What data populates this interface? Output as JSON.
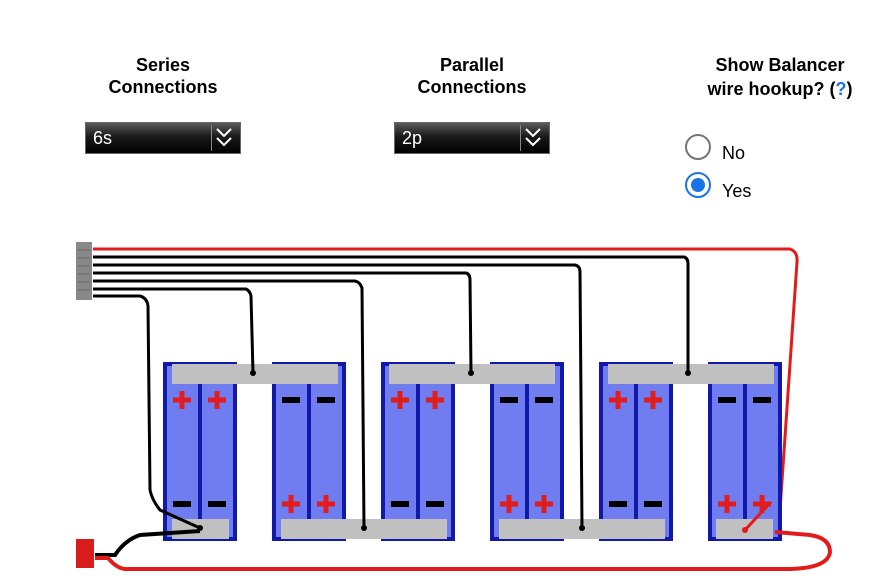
{
  "series": {
    "heading_line1": "Series",
    "heading_line2": "Connections",
    "value": "6s"
  },
  "parallel": {
    "heading_line1": "Parallel",
    "heading_line2": "Connections",
    "value": "2p"
  },
  "balancer": {
    "heading_line1": "Show Balancer",
    "heading_line2_prefix": "wire hookup? (",
    "help_link": "?",
    "heading_line2_suffix": ")",
    "options": [
      {
        "label": "No",
        "checked": false
      },
      {
        "label": "Yes",
        "checked": true
      }
    ]
  },
  "diagram": {
    "cell_groups": 6,
    "cells_per_group": 2,
    "colors": {
      "cell_fill": "#6f7df0",
      "cell_border": "#1218a8",
      "plus": "#e21b1b",
      "minus": "#000000",
      "bus_bar": "#c0c0c0",
      "lead_red": "#e21b1b",
      "lead_black": "#000000",
      "connector": "#888888"
    }
  }
}
